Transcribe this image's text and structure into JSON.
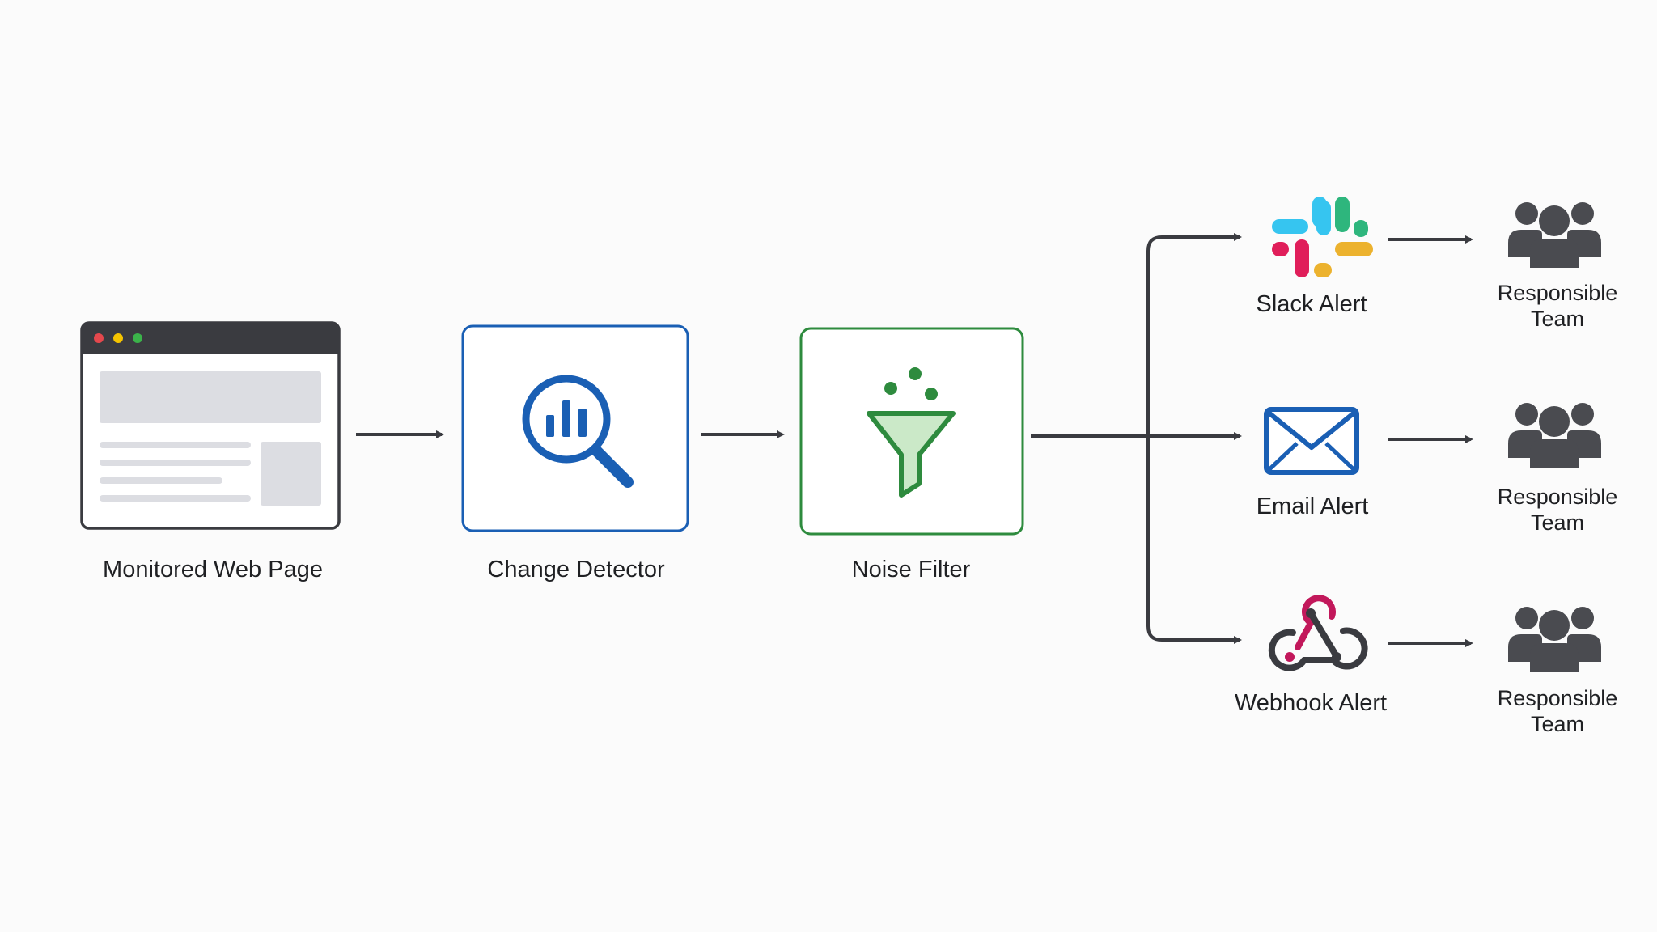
{
  "nodes": {
    "monitored_page": {
      "label": "Monitored Web Page"
    },
    "change_detector": {
      "label": "Change Detector"
    },
    "noise_filter": {
      "label": "Noise Filter"
    }
  },
  "alerts": [
    {
      "label": "Slack Alert",
      "icon": "slack-icon",
      "team_label": "Responsible Team"
    },
    {
      "label": "Email Alert",
      "icon": "envelope-icon",
      "team_label": "Responsible Team"
    },
    {
      "label": "Webhook Alert",
      "icon": "webhook-icon",
      "team_label": "Responsible Team"
    }
  ],
  "colors": {
    "detector_blue": "#1a5fb4",
    "filter_green": "#2e8b3e",
    "dark": "#3a3b40",
    "slack_blue": "#36c5f0",
    "slack_green": "#2eb67d",
    "slack_red": "#e01e5a",
    "slack_yellow": "#ecb22e",
    "webhook_pink": "#c2185b"
  }
}
